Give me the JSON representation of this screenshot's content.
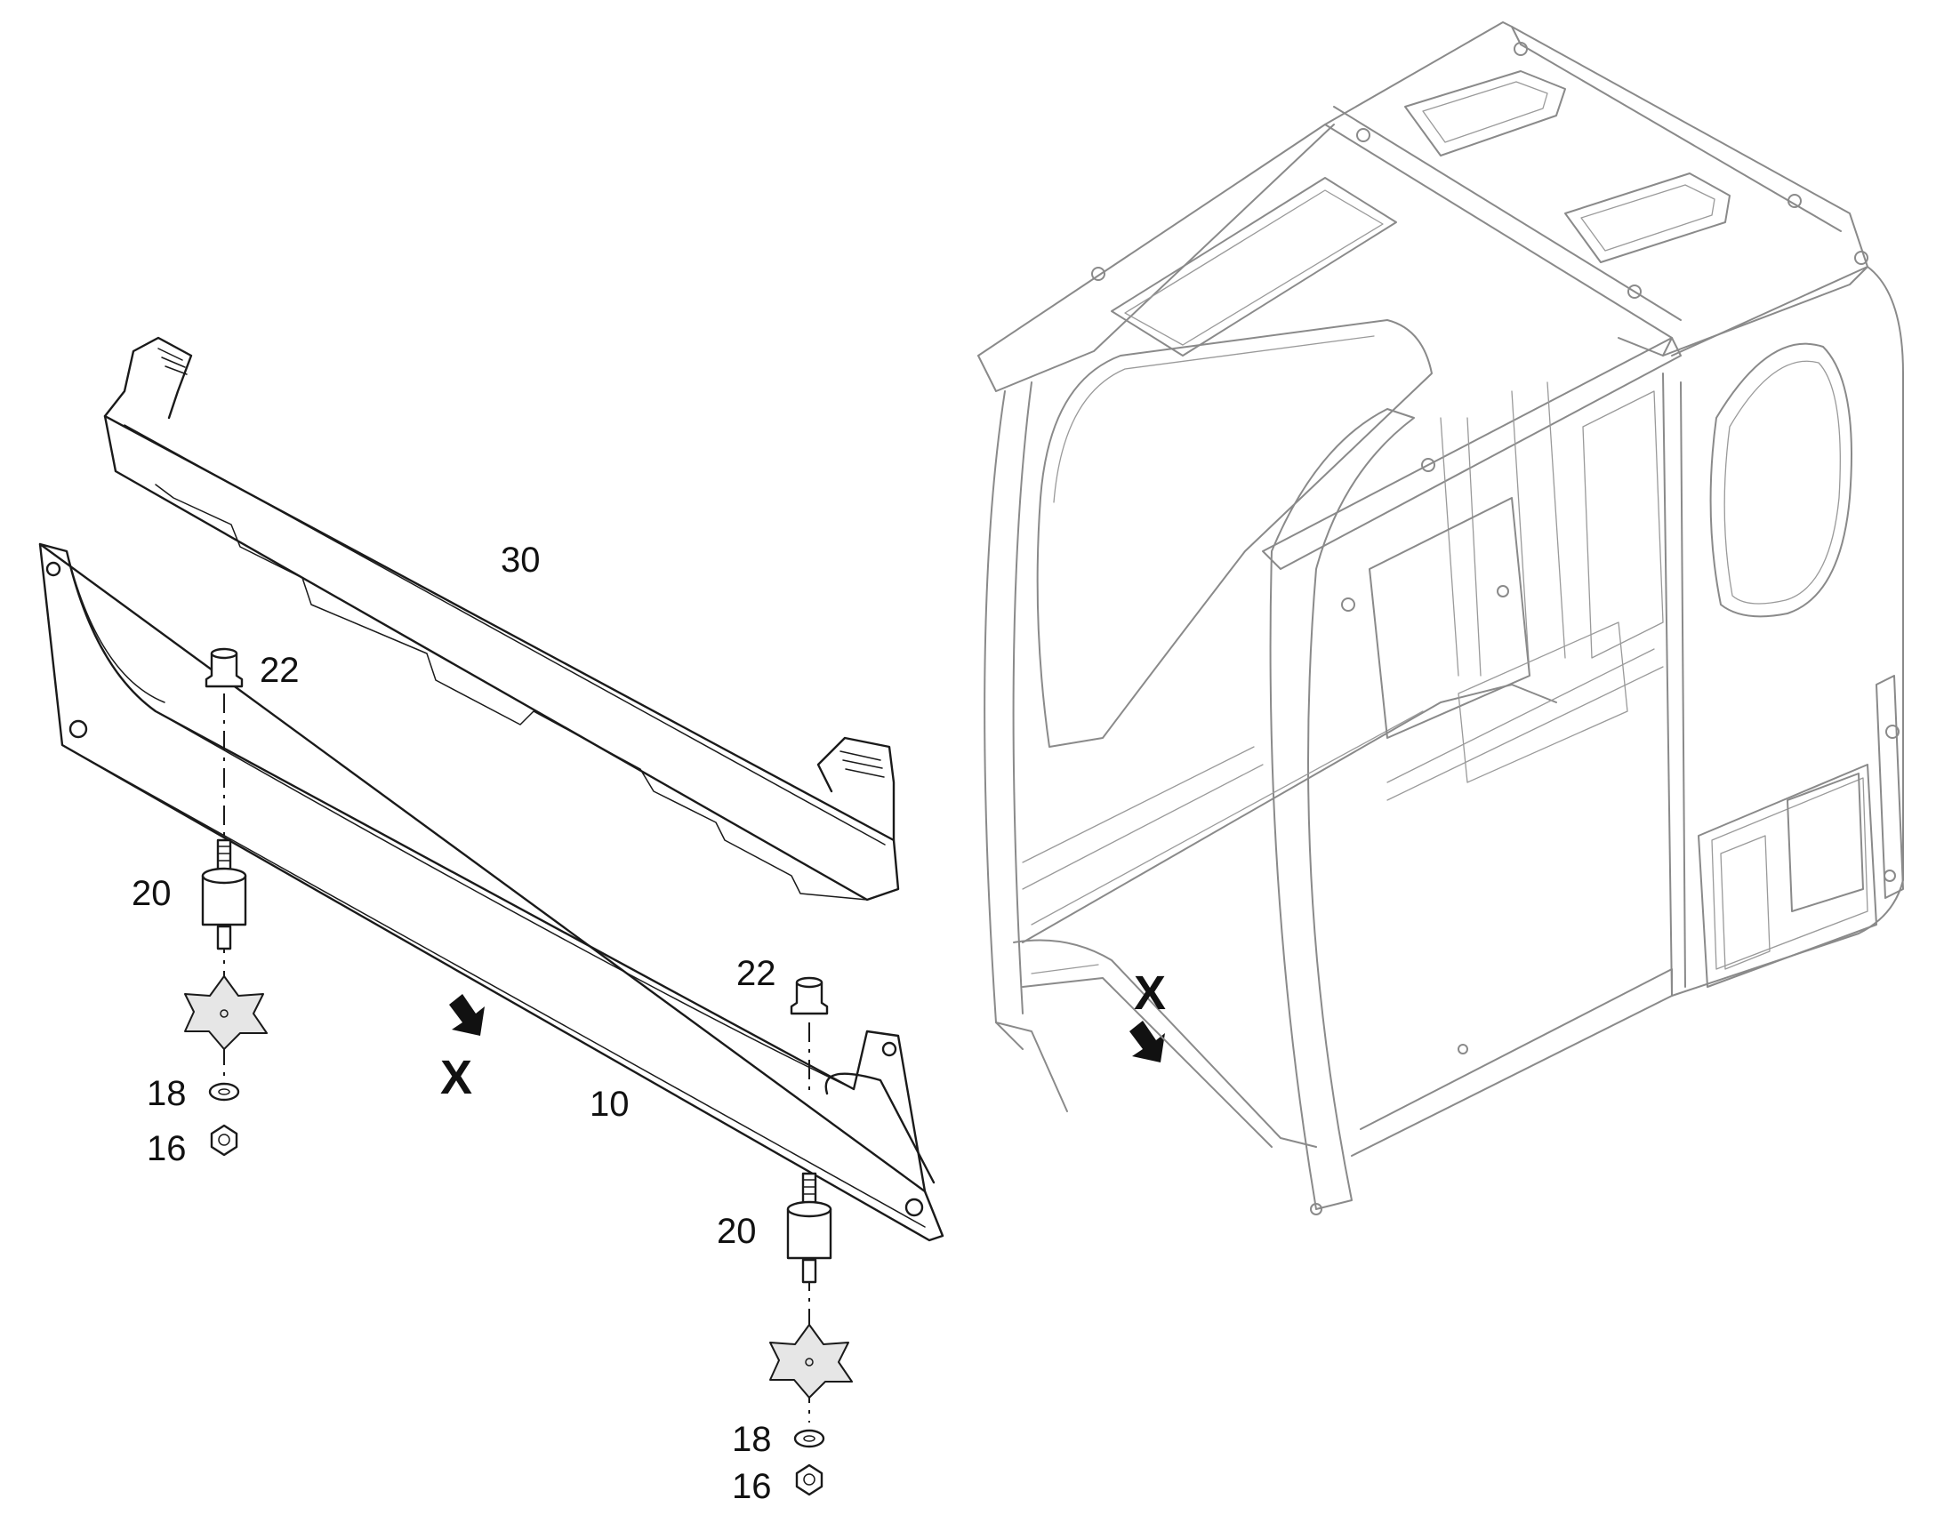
{
  "callouts": {
    "part_30": "30",
    "part_22_upper": "22",
    "part_22_lower": "22",
    "part_20_left": "20",
    "part_20_right": "20",
    "part_18_left": "18",
    "part_18_right": "18",
    "part_16_left": "16",
    "part_16_right": "16",
    "part_10": "10",
    "view_x_detail": "X",
    "view_x_cab": "X"
  },
  "icons": {
    "view_arrow": "arrow-down-right-icon",
    "mount_star": "star-bracket-icon",
    "nut": "hex-nut-icon",
    "washer": "washer-icon"
  }
}
